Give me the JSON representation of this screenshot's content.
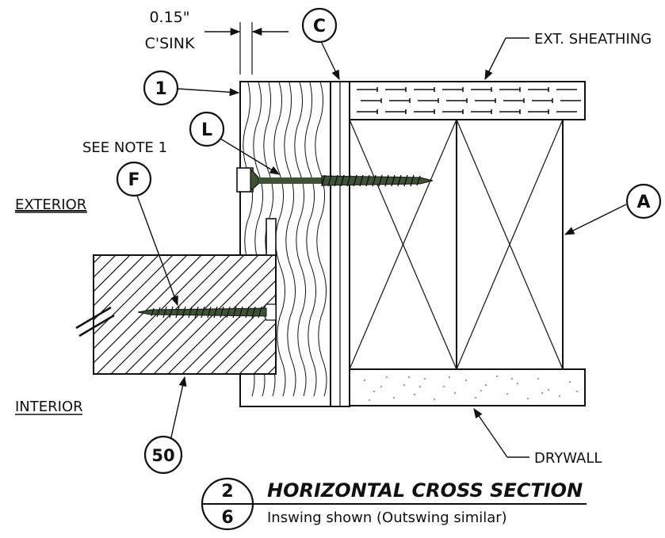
{
  "labels": {
    "csink_dim": "0.15\"",
    "csink_word": "C'SINK",
    "ext_sheathing": "EXT. SHEATHING",
    "see_note": "SEE NOTE 1",
    "exterior": "EXTERIOR",
    "interior": "INTERIOR",
    "drywall": "DRYWALL"
  },
  "bubbles": {
    "c": "C",
    "one": "1",
    "l": "L",
    "f": "F",
    "a": "A",
    "fifty": "50"
  },
  "detail": {
    "number": "2",
    "sheet": "6",
    "title": "HORIZONTAL CROSS SECTION",
    "subtitle": "Inswing shown (Outswing similar)"
  },
  "colors": {
    "ink": "#111111",
    "screw": "#3e5236"
  }
}
